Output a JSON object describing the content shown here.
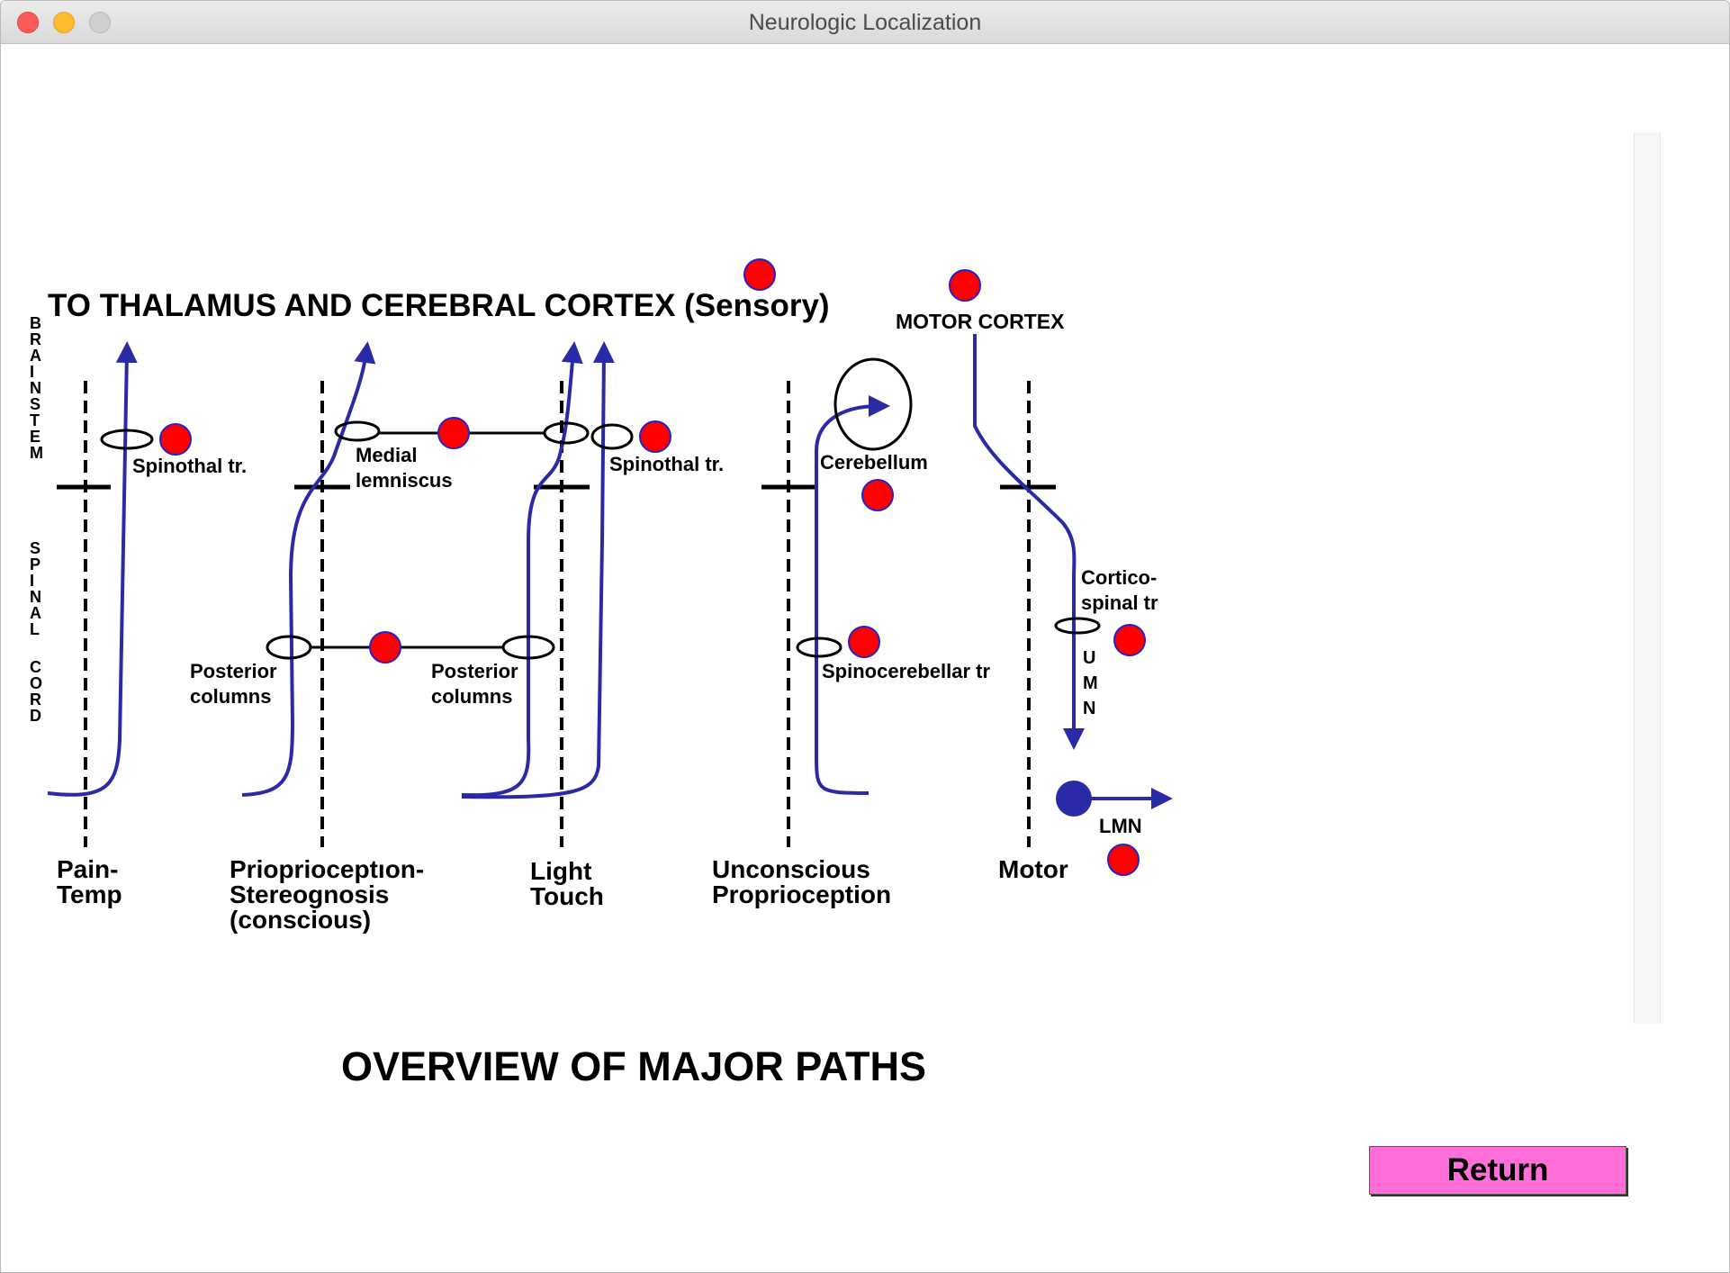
{
  "window": {
    "title": "Neurologic Localization"
  },
  "diagram": {
    "top_title": "TO THALAMUS AND CEREBRAL CORTEX (Sensory)",
    "motor_cortex": "MOTOR CORTEX",
    "side_brainstem": "BRAINSTEM",
    "side_spinal_cord": "SPINAL CORD",
    "labels": {
      "spinothal_1": "Spinothal tr.",
      "medial_1": "Medial",
      "medial_2": "lemniscus",
      "spinothal_2": "Spinothal tr.",
      "cerebellum": "Cerebellum",
      "cortico_1": "Cortico-",
      "cortico_2": "spinal tr",
      "umn": "UMN",
      "posterior_1a": "Posterior",
      "posterior_1b": "columns",
      "posterior_2a": "Posterior",
      "posterior_2b": "columns",
      "spinocerebellar": "Spinocerebellar tr",
      "lmn": "LMN"
    },
    "columns": {
      "pain_1": "Pain-",
      "pain_2": "Temp",
      "prop_1": "Prioprioceptıon-",
      "prop_2": "Stereognosis",
      "prop_3": "(conscious)",
      "light_1": "Light",
      "light_2": "Touch",
      "uncon_1": "Unconscious",
      "uncon_2": "Proprioception",
      "motor": "Motor"
    },
    "colors": {
      "pathway": "#2a2aa6",
      "marker": "#ff0000",
      "marker_border": "#2222cc"
    }
  },
  "heading": "OVERVIEW OF MAJOR PATHS",
  "buttons": {
    "return_label": "Return",
    "return_color": "#ff6ed9"
  }
}
